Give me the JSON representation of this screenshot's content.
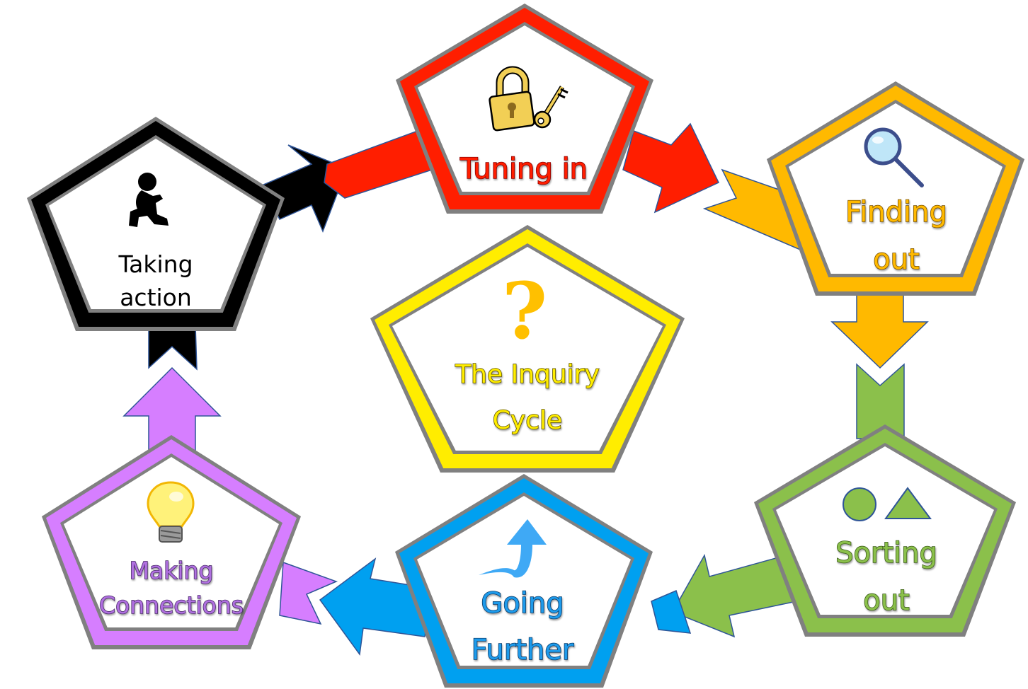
{
  "title": "The Inquiry Cycle",
  "center": {
    "line1": "The Inquiry",
    "line2": "Cycle",
    "icon": "question-mark-icon",
    "icon_glyph": "?",
    "fill": "#FFED00",
    "text_color": "#FFED00",
    "icon_color": "#FFC000"
  },
  "border_color": "#808080",
  "arrow_outline": "#2F5597",
  "stages": [
    {
      "id": "tuning-in",
      "line1": "Tuning in",
      "line2": "",
      "icon": "padlock-key-icon",
      "fill": "#FF1E00",
      "text_color": "#FF1E00"
    },
    {
      "id": "finding-out",
      "line1": "Finding",
      "line2": "out",
      "icon": "magnifying-glass-icon",
      "fill": "#FFB900",
      "text_color": "#FFB900"
    },
    {
      "id": "sorting-out",
      "line1": "Sorting",
      "line2": "out",
      "icon": "circle-triangle-shapes-icon",
      "fill": "#8BC04B",
      "text_color": "#8BC04B"
    },
    {
      "id": "going-further",
      "line1": "Going",
      "line2": "Further",
      "icon": "curved-up-arrow-icon",
      "fill": "#00A0F0",
      "text_color": "#1E9BEB"
    },
    {
      "id": "making-connections",
      "line1": "Making",
      "line2": "Connections",
      "icon": "light-bulb-icon",
      "fill": "#D67EFF",
      "text_color": "#B070E0"
    },
    {
      "id": "taking-action",
      "line1": "Taking",
      "line2": "action",
      "icon": "running-child-icon",
      "fill": "#000000",
      "text_color": "#000000"
    }
  ]
}
